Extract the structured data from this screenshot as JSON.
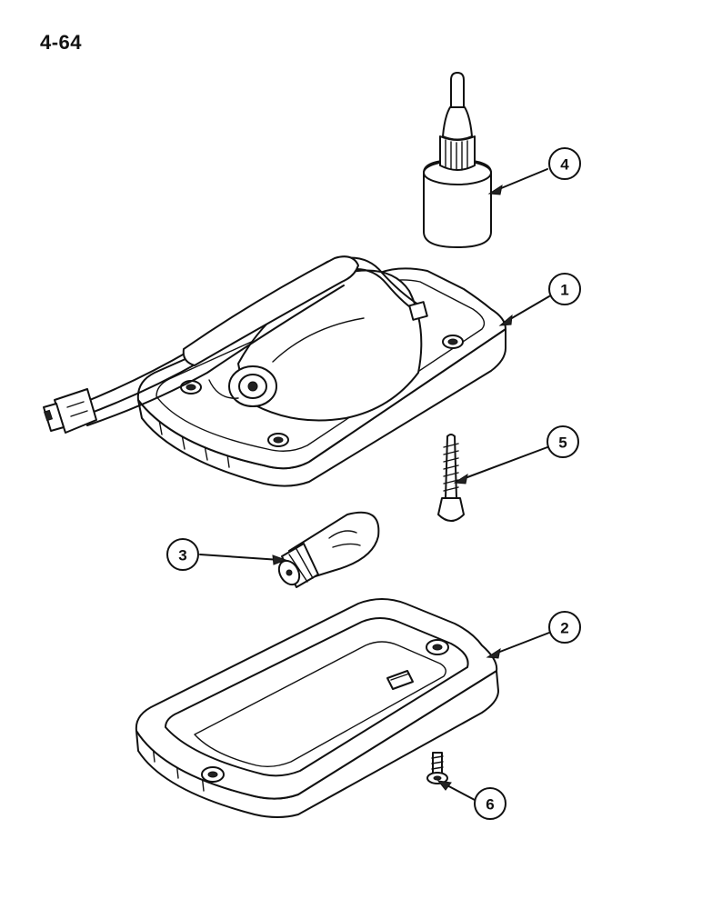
{
  "page": {
    "number": "4-64"
  },
  "callouts": [
    {
      "id": "1",
      "label": "1",
      "part": "lamp-housing"
    },
    {
      "id": "2",
      "label": "2",
      "part": "lens-frame"
    },
    {
      "id": "3",
      "label": "3",
      "part": "bulb"
    },
    {
      "id": "4",
      "label": "4",
      "part": "adhesive-bottle"
    },
    {
      "id": "5",
      "label": "5",
      "part": "wood-screw"
    },
    {
      "id": "6",
      "label": "6",
      "part": "small-screw"
    }
  ],
  "colors": {
    "ink": "#111111",
    "paper": "#ffffff"
  }
}
